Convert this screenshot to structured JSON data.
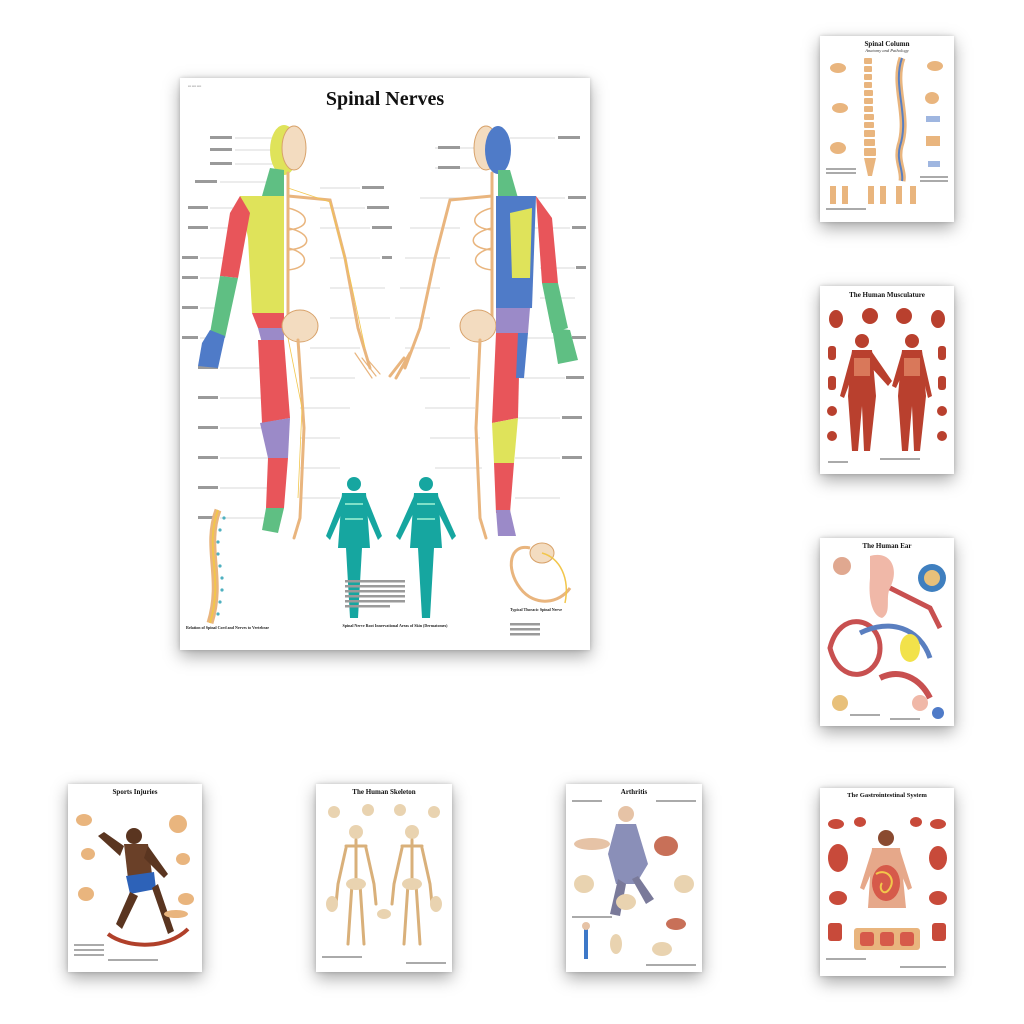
{
  "main_poster": {
    "title": "Spinal Nerves",
    "captions": {
      "relation": "Relation of Spinal Cord and Nerves to Vertebrae",
      "areas": "Spinal Nerve Root Innervational Areas of Skin (Dermatomes)",
      "typical": "Typical Thoracic Spinal Nerve"
    }
  },
  "thumbnails": [
    {
      "id": "spinal-column",
      "title": "Spinal Column",
      "subtitle": "Anatomy and Pathology"
    },
    {
      "id": "musculature",
      "title": "The Human Musculature"
    },
    {
      "id": "ear",
      "title": "The Human Ear"
    },
    {
      "id": "sports",
      "title": "Sports Injuries"
    },
    {
      "id": "skeleton",
      "title": "The Human Skeleton"
    },
    {
      "id": "arthritis",
      "title": "Arthritis"
    },
    {
      "id": "gi",
      "title": "The Gastrointestinal System"
    }
  ],
  "colors": {
    "bone": "#e9b57e",
    "dermatome_yellow": "#dfe35a",
    "dermatome_green": "#5fbf83",
    "dermatome_blue": "#4f7bc8",
    "dermatome_red": "#e8555a",
    "dermatome_purple": "#9b8ac8",
    "teal_figures": "#16a6a0",
    "muscle_red": "#b9402e"
  }
}
